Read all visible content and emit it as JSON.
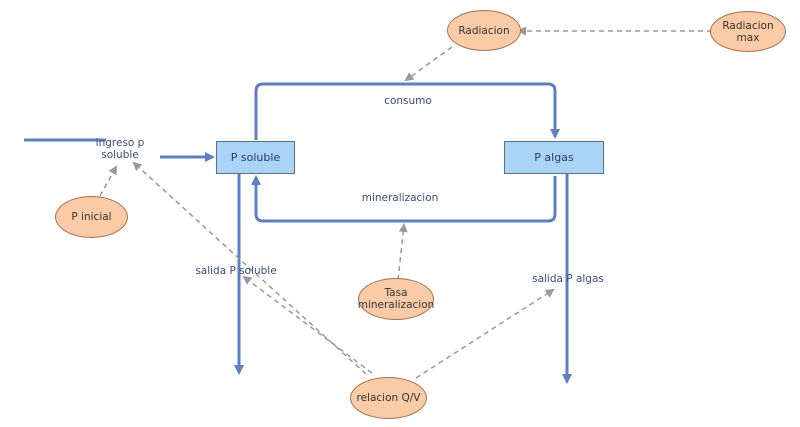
{
  "colors": {
    "flow": "#5f7fc0",
    "link": "#9a9a9a",
    "stock_fill": "#a9d4f5",
    "aux_fill": "#fbcaa6",
    "aux_border": "#a77250",
    "label_text": "#3a4e78"
  },
  "stocks": {
    "p_soluble": "P soluble",
    "p_algas": "P algas"
  },
  "auxiliaries": {
    "radiacion": "Radiacion",
    "radiacion_max": "Radiacion\nmax",
    "p_inicial": "P inicial",
    "tasa_mineralizacion": "Tasa\nmineralizacion",
    "relacion_qv": "relacion Q/V"
  },
  "flows": {
    "ingreso_p_soluble": "ingreso p\nsoluble",
    "consumo": "consumo",
    "mineralizacion": "mineralizacion",
    "salida_p_soluble": "salida P soluble",
    "salida_p_algas": "salida P algas"
  }
}
